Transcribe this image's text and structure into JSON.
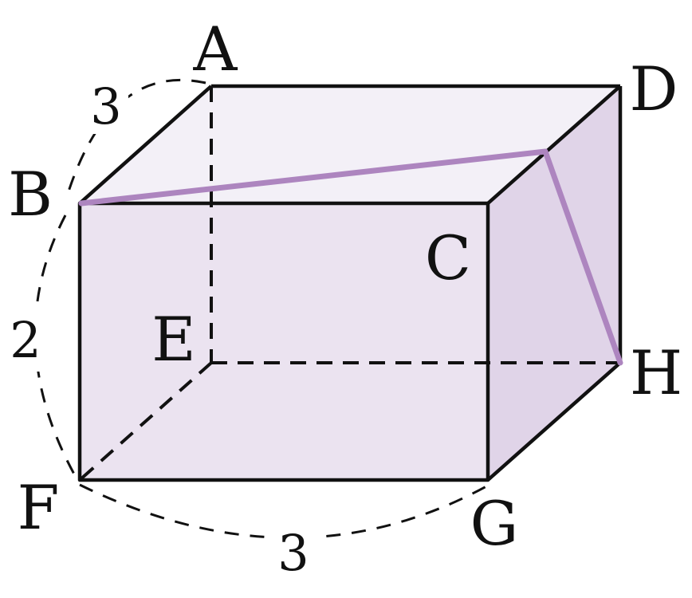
{
  "vertices": {
    "A": "A",
    "B": "B",
    "C": "C",
    "D": "D",
    "E": "E",
    "F": "F",
    "G": "G",
    "H": "H"
  },
  "dimensions": {
    "ab": "3",
    "bf": "2",
    "fg": "3"
  },
  "colors": {
    "front_face": "#ebe3f0",
    "top_face": "#f3f0f7",
    "side_face": "#e0d4e8",
    "path": "#ad85bf",
    "edge": "#111111"
  }
}
